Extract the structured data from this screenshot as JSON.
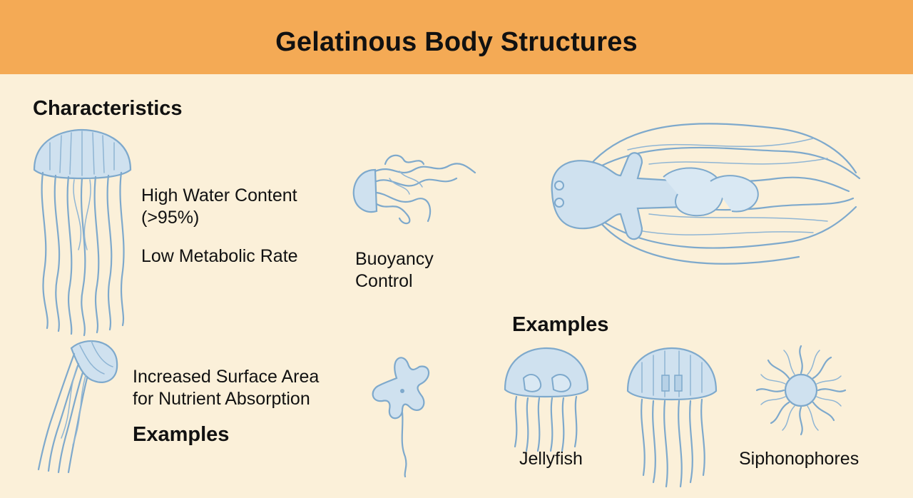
{
  "title": "Gelatinous Body Structures",
  "sections": {
    "characteristics_heading": "Characteristics",
    "examples_heading_left": "Examples",
    "examples_heading_right": "Examples"
  },
  "features": {
    "water": "High Water Content\n(>95%)",
    "metabolic": "Low Metabolic Rate",
    "buoyancy": "Buoyancy\nControl",
    "surface": "Increased Surface Area\nfor Nutrient Absorption"
  },
  "examples": {
    "jellyfish": "Jellyfish",
    "siphonophores": "Siphonophores"
  },
  "colors": {
    "banner": "#f4aa55",
    "background": "#fbf0d9",
    "illustration": "#7ea9cc"
  }
}
